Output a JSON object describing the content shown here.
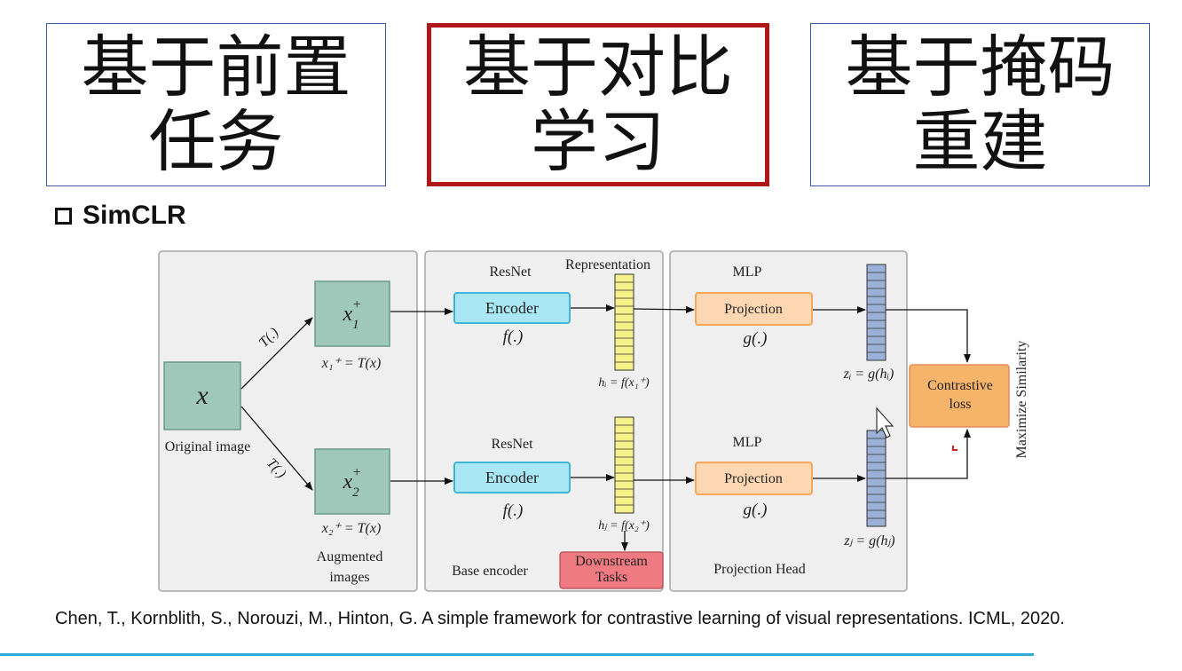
{
  "categories": [
    {
      "label": "基于前置\n任务",
      "active": false
    },
    {
      "label": "基于对比\n学习",
      "active": true
    },
    {
      "label": "基于掩码\n重建",
      "active": false
    }
  ],
  "section_title": "SimCLR",
  "diagram": {
    "panels": {
      "base_encoder": "Base encoder",
      "projection_head": "Projection Head"
    },
    "input": {
      "symbol": "x",
      "caption": "Original image"
    },
    "transform": "T(.)",
    "aug_top": {
      "eq": "x₁⁺ = T(x)"
    },
    "aug_bottom": {
      "eq": "x₂⁺ = T(x)"
    },
    "aug_caption_1": "Augmented",
    "aug_caption_2": "images",
    "resnet": "ResNet",
    "encoder": "Encoder",
    "encoder_fn": "f(.)",
    "representation": "Representation",
    "h_top": "hᵢ = f(x₁⁺)",
    "h_bottom": "hⱼ = f(x₂⁺)",
    "downstream_1": "Downstream",
    "downstream_2": "Tasks",
    "mlp": "MLP",
    "projection": "Projection",
    "projection_fn": "g(.)",
    "z_top": "zᵢ = g(hᵢ)",
    "z_bottom": "zⱼ = g(hⱼ)",
    "loss_1": "Contrastive",
    "loss_2": "loss",
    "maximize": "Maximize Similarity"
  },
  "citation": "Chen, T., Kornblith, S., Norouzi, M., Hinton, G. A simple framework for contrastive learning of visual representations. ICML, 2020.",
  "colors": {
    "accent_red": "#b01818",
    "box_blue": "#3b5ba6",
    "bottom_line": "#2fa9d9"
  }
}
